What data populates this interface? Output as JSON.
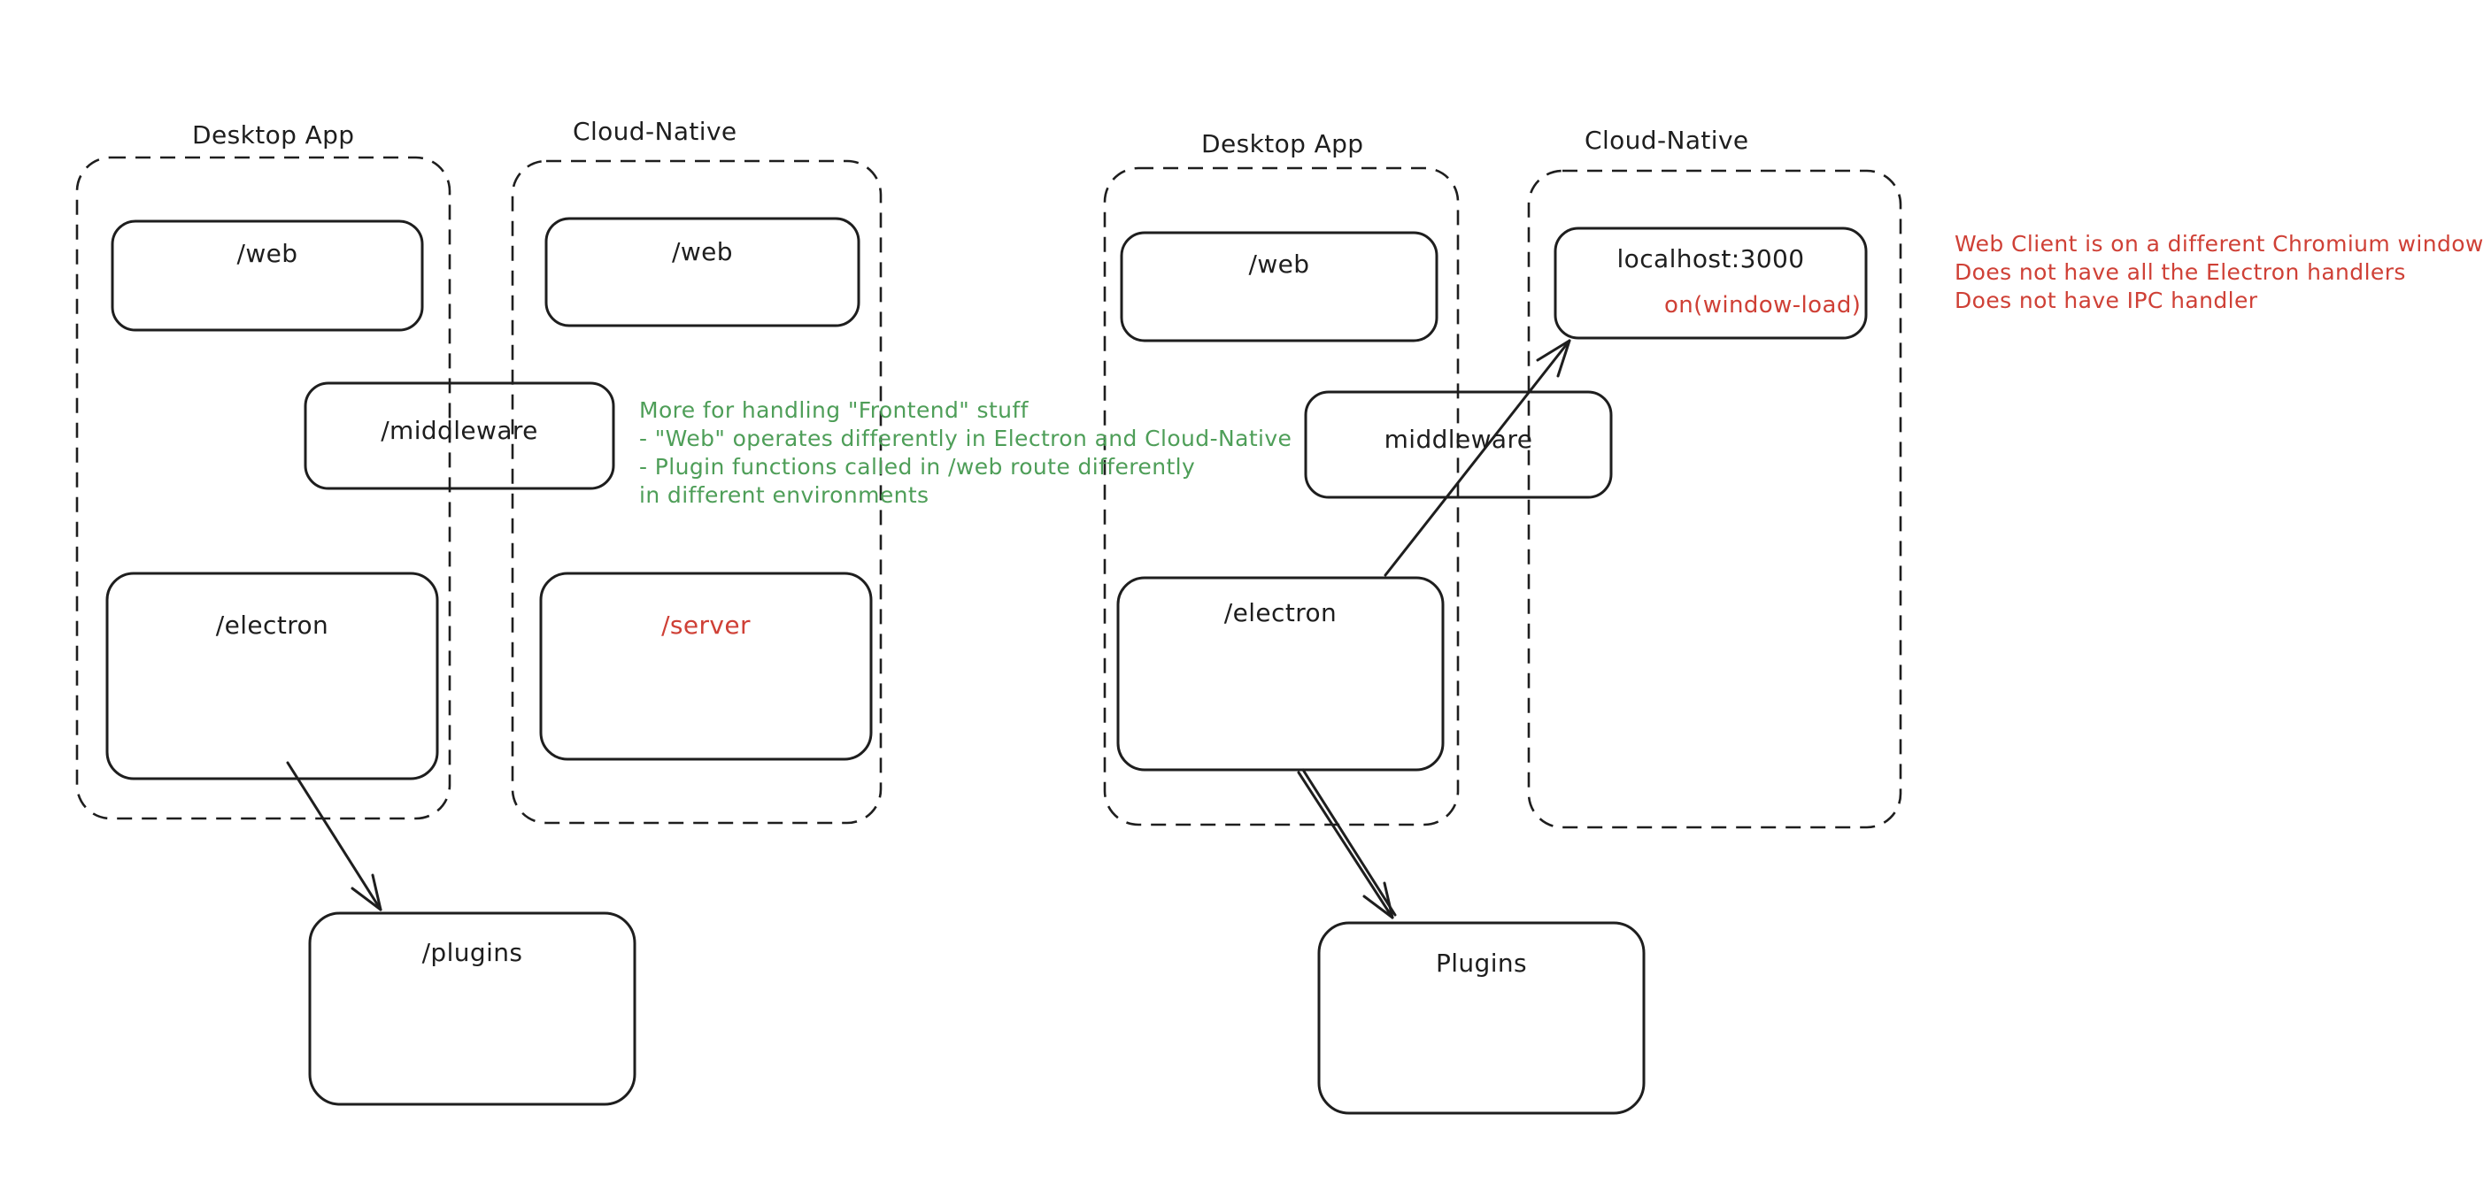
{
  "colors": {
    "stroke": "#1e1e1e",
    "green": "#4e9e58",
    "red": "#cf4036",
    "background": "#ffffff"
  },
  "group_labels": {
    "desktop_left": "Desktop App",
    "cloud_left": "Cloud-Native",
    "desktop_right": "Desktop App",
    "cloud_right": "Cloud-Native"
  },
  "nodes": {
    "web_left_desktop": {
      "label": "/web"
    },
    "web_left_cloud": {
      "label": "/web"
    },
    "middleware_left": {
      "label": "/middleware"
    },
    "electron_left": {
      "label": "/electron"
    },
    "server": {
      "label": "/server"
    },
    "plugins_left": {
      "label": "/plugins"
    },
    "web_right": {
      "label": "/web"
    },
    "localhost": {
      "label": "localhost:3000",
      "sublabel": "on(window-load)"
    },
    "middleware_right": {
      "label": "middleware"
    },
    "electron_right": {
      "label": "/electron"
    },
    "plugins_right": {
      "label": "Plugins"
    }
  },
  "annotations": {
    "green": {
      "lines": [
        "More for handling \"Frontend\" stuff",
        "- \"Web\" operates differently in Electron and Cloud-Native",
        "- Plugin functions called in /web route differently",
        "in different environments"
      ]
    },
    "red": {
      "lines": [
        "Web Client is on a different Chromium window",
        "Does not have all the Electron handlers",
        "Does not have IPC handler"
      ]
    }
  }
}
